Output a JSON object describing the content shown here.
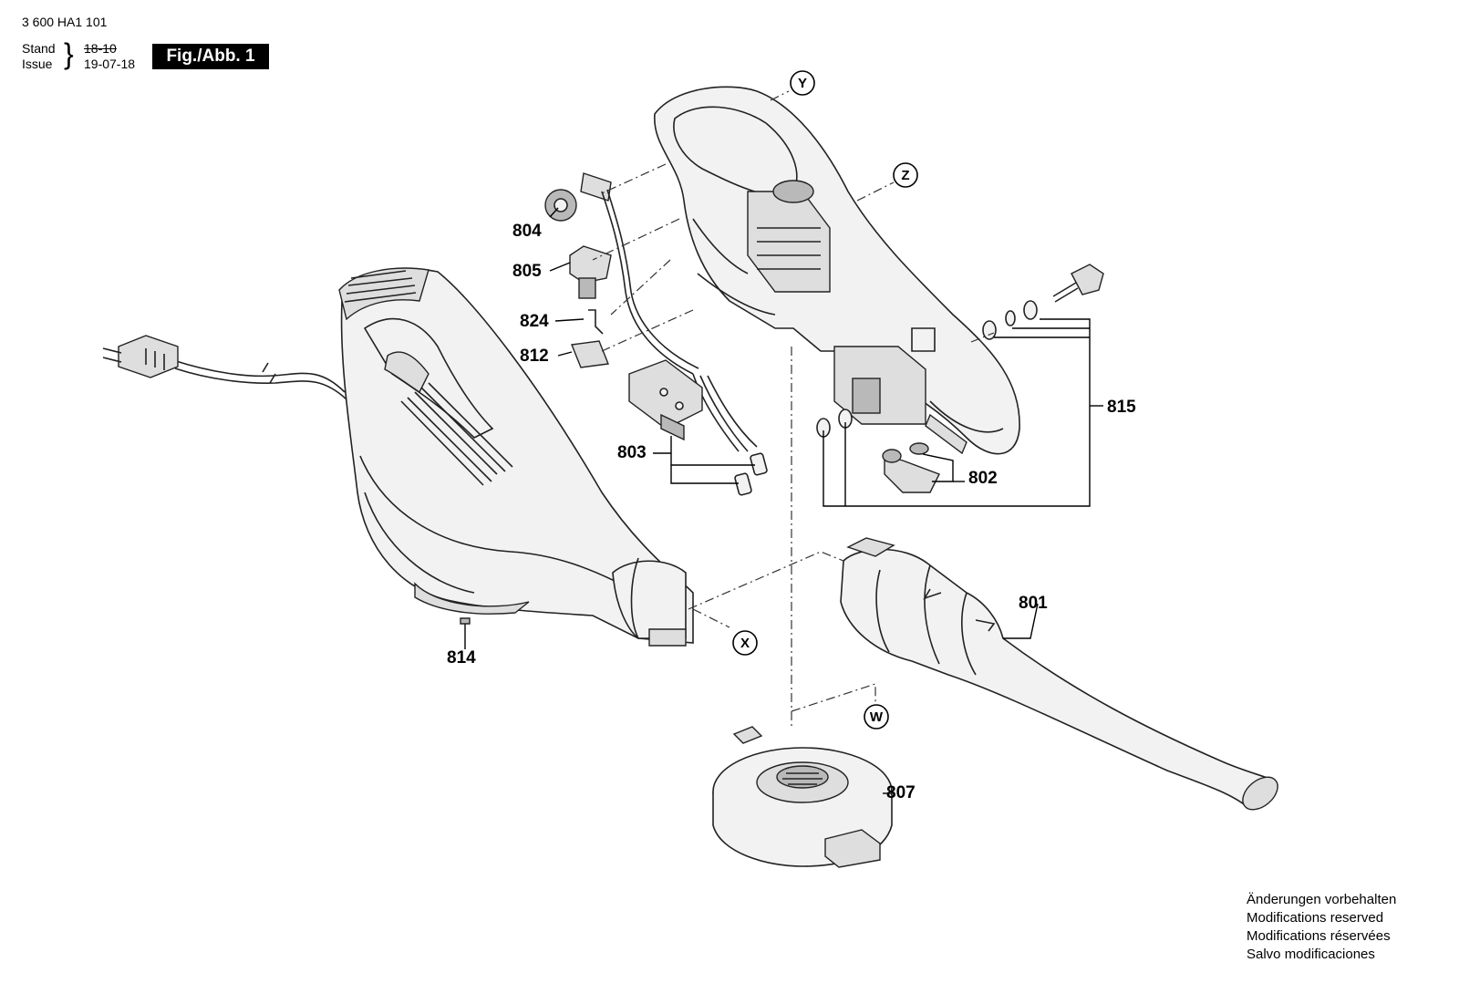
{
  "header": {
    "doc_number": "3 600 HA1 101",
    "stand_label": "Stand",
    "issue_label": "Issue",
    "old_revision": "18-10",
    "date": "19-07-18",
    "figure": "Fig./Abb. 1"
  },
  "parts": {
    "p801": "801",
    "p802": "802",
    "p803": "803",
    "p804": "804",
    "p805": "805",
    "p807": "807",
    "p812": "812",
    "p814": "814",
    "p815": "815",
    "p824": "824"
  },
  "refs": {
    "W": "W",
    "X": "X",
    "Y": "Y",
    "Z": "Z"
  },
  "footer": {
    "de": "Änderungen vorbehalten",
    "en": "Modifications reserved",
    "fr": "Modifications réservées",
    "es": "Salvo modificaciones"
  }
}
